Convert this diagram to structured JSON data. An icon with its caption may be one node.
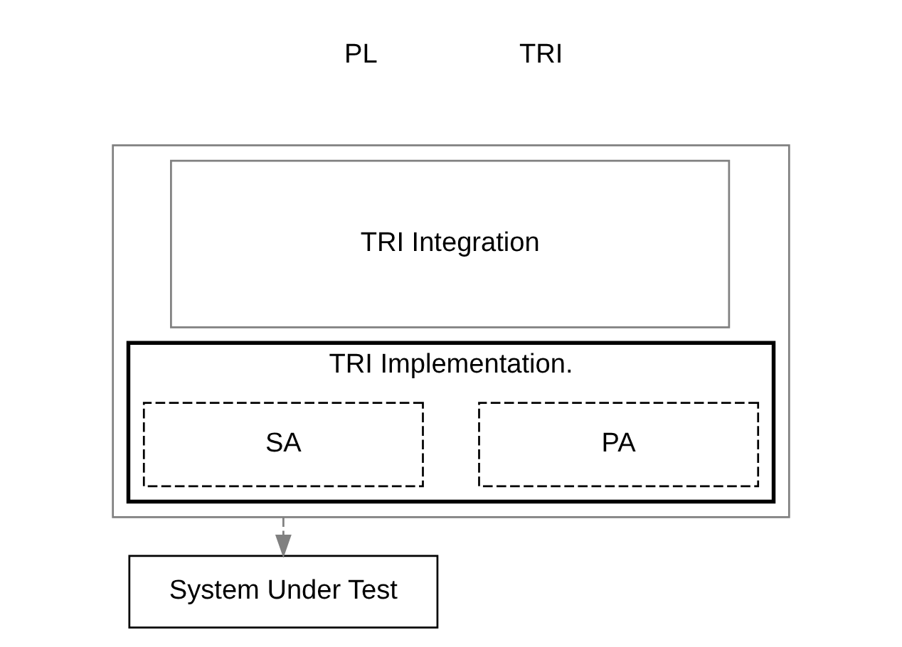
{
  "diagram": {
    "nodes": [
      {
        "text": [],
        "shape": "box"
      },
      {
        "text": [
          "TRI Integration"
        ],
        "in": 0
      },
      {
        "text": [
          "TRI Implementation."
        ],
        "in": 0
      },
      {
        "text": [
          "SA"
        ],
        "in": 2
      },
      {
        "text": [
          "PA"
        ],
        "in": 2
      },
      {
        "text": [
          "System Under Test"
        ]
      }
    ],
    "edges": [
      {
        "from": 0,
        "to": 5,
        "arrow": "to",
        "style": "dashed",
        "color": "#808080"
      }
    ],
    "labels": [
      "PL",
      "TRI"
    ]
  }
}
